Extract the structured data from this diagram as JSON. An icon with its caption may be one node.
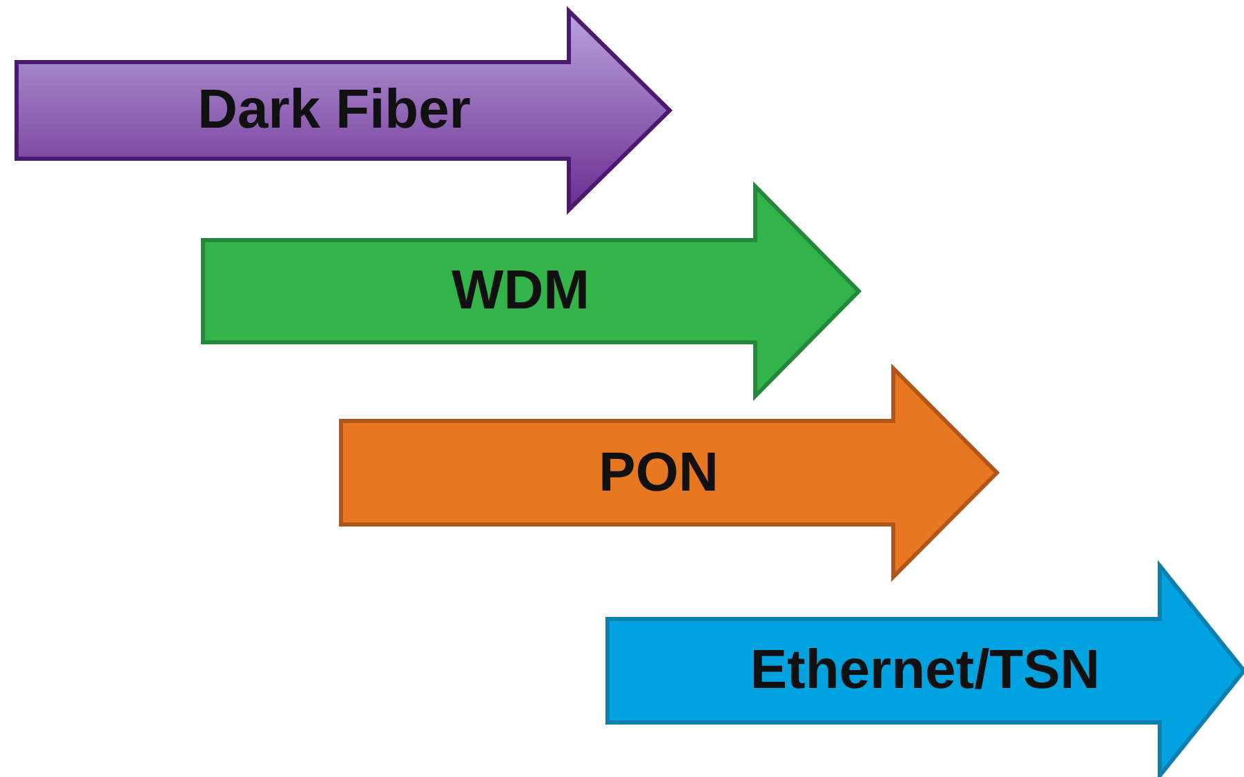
{
  "diagram": {
    "nodes": [
      {
        "text": [
          "Dark Fiber"
        ]
      },
      {
        "text": [
          "WDM"
        ]
      },
      {
        "text": [
          "PON"
        ]
      },
      {
        "text": [
          "Ethernet/TSN"
        ]
      }
    ]
  }
}
